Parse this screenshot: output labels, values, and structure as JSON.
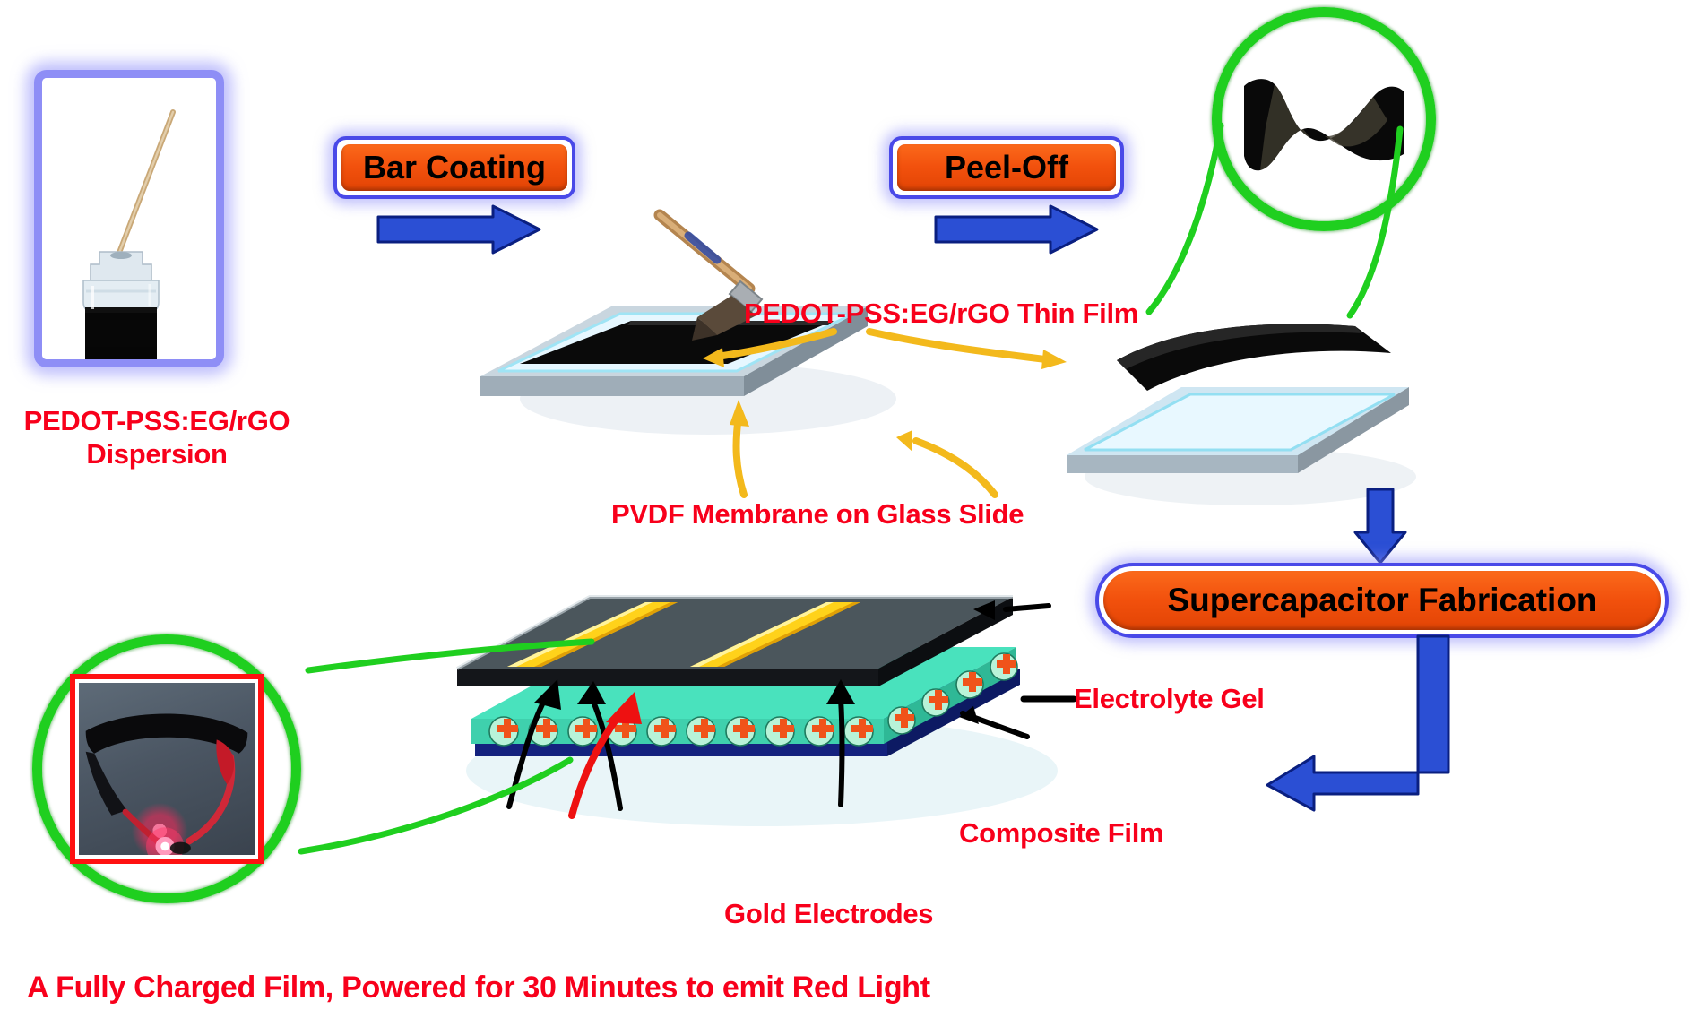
{
  "figure": {
    "kind": "process-schematic",
    "background": "#ffffff"
  },
  "colors": {
    "label_red": "#f8001b",
    "pill_orange": "#f2510d",
    "pill_border_blue": "#4949e8",
    "arrow_blue": "#2b4fd4",
    "ring_green": "#1fcf1f",
    "gold": "#ffd21a",
    "electrolyte_teal": "#49e2bd",
    "ion_orange": "#f0531a",
    "film_black": "#0b0b0b",
    "photo_frame_red": "#ff1111"
  },
  "steps": [
    {
      "id": "bar-coating",
      "label": "Bar Coating"
    },
    {
      "id": "peel-off",
      "label": "Peel-Off"
    },
    {
      "id": "supercapacitor-fabrication",
      "label": "Supercapacitor Fabrication"
    }
  ],
  "labels": {
    "dispersion_line1": "PEDOT-PSS:EG/rGO",
    "dispersion_line2": "Dispersion",
    "thin_film": "PEDOT-PSS:EG/rGO Thin Film",
    "pvdf_membrane": "PVDF Membrane on Glass Slide",
    "electrolyte_gel": "Electrolyte Gel",
    "composite_film": "Composite Film",
    "gold_electrodes": "Gold Electrodes",
    "bottom_caption": "A Fully Charged Film, Powered for 30 Minutes to emit Red Light"
  },
  "panels": {
    "dispersion_photo": {
      "name": "PEDOT-PSS:EG/rGO dispersion vial with stirring rod"
    },
    "flexible_film_zoom": {
      "name": "Free-standing flexible black composite film"
    },
    "led_photo": {
      "name": "Bent charged film powering a red LED"
    }
  },
  "device": {
    "layers": [
      {
        "name": "Composite Film (top)",
        "color": "#3a4247"
      },
      {
        "name": "Gold Electrodes",
        "color": "#ffd21a",
        "count": 2
      },
      {
        "name": "Electrolyte Gel",
        "color": "#49e2bd"
      },
      {
        "name": "Composite Film (bottom)",
        "color": "#1b2fa8"
      }
    ],
    "ion_symbol": "+"
  },
  "arrows": [
    {
      "id": "arrow-bar-coating",
      "direction": "right",
      "color": "#2b4fd4"
    },
    {
      "id": "arrow-peel-off",
      "direction": "right",
      "color": "#2b4fd4"
    },
    {
      "id": "arrow-to-fabrication",
      "direction": "down",
      "color": "#2b4fd4"
    },
    {
      "id": "arrow-to-device",
      "direction": "left-elbow",
      "color": "#2b4fd4"
    }
  ]
}
